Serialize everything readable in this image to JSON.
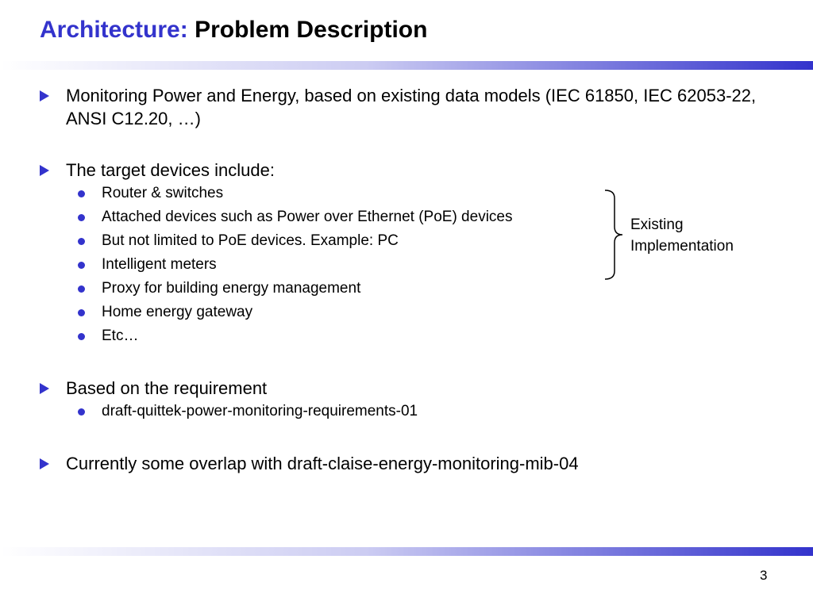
{
  "slide": {
    "title_prefix": "Architecture:",
    "title_main": "Problem Description",
    "page_number": "3",
    "accent_color": "#3333cc"
  },
  "bullets": [
    {
      "text": "Monitoring Power and Energy, based on existing data models (IEC 61850, IEC 62053-22, ANSI C12.20, …)",
      "sub": []
    },
    {
      "text": "The target devices include:",
      "sub": [
        "Router & switches",
        "Attached devices such as Power over Ethernet (PoE) devices",
        "But not limited to PoE devices. Example: PC",
        "Intelligent meters",
        "Proxy for building energy management",
        "Home energy gateway",
        "Etc…"
      ]
    },
    {
      "text": "Based on the requirement",
      "sub": [
        "draft-quittek-power-monitoring-requirements-01"
      ]
    },
    {
      "text": "Currently some overlap with draft-claise-energy-monitoring-mib-04",
      "sub": []
    }
  ],
  "annotation": {
    "line1": "Existing",
    "line2": "Implementation"
  }
}
